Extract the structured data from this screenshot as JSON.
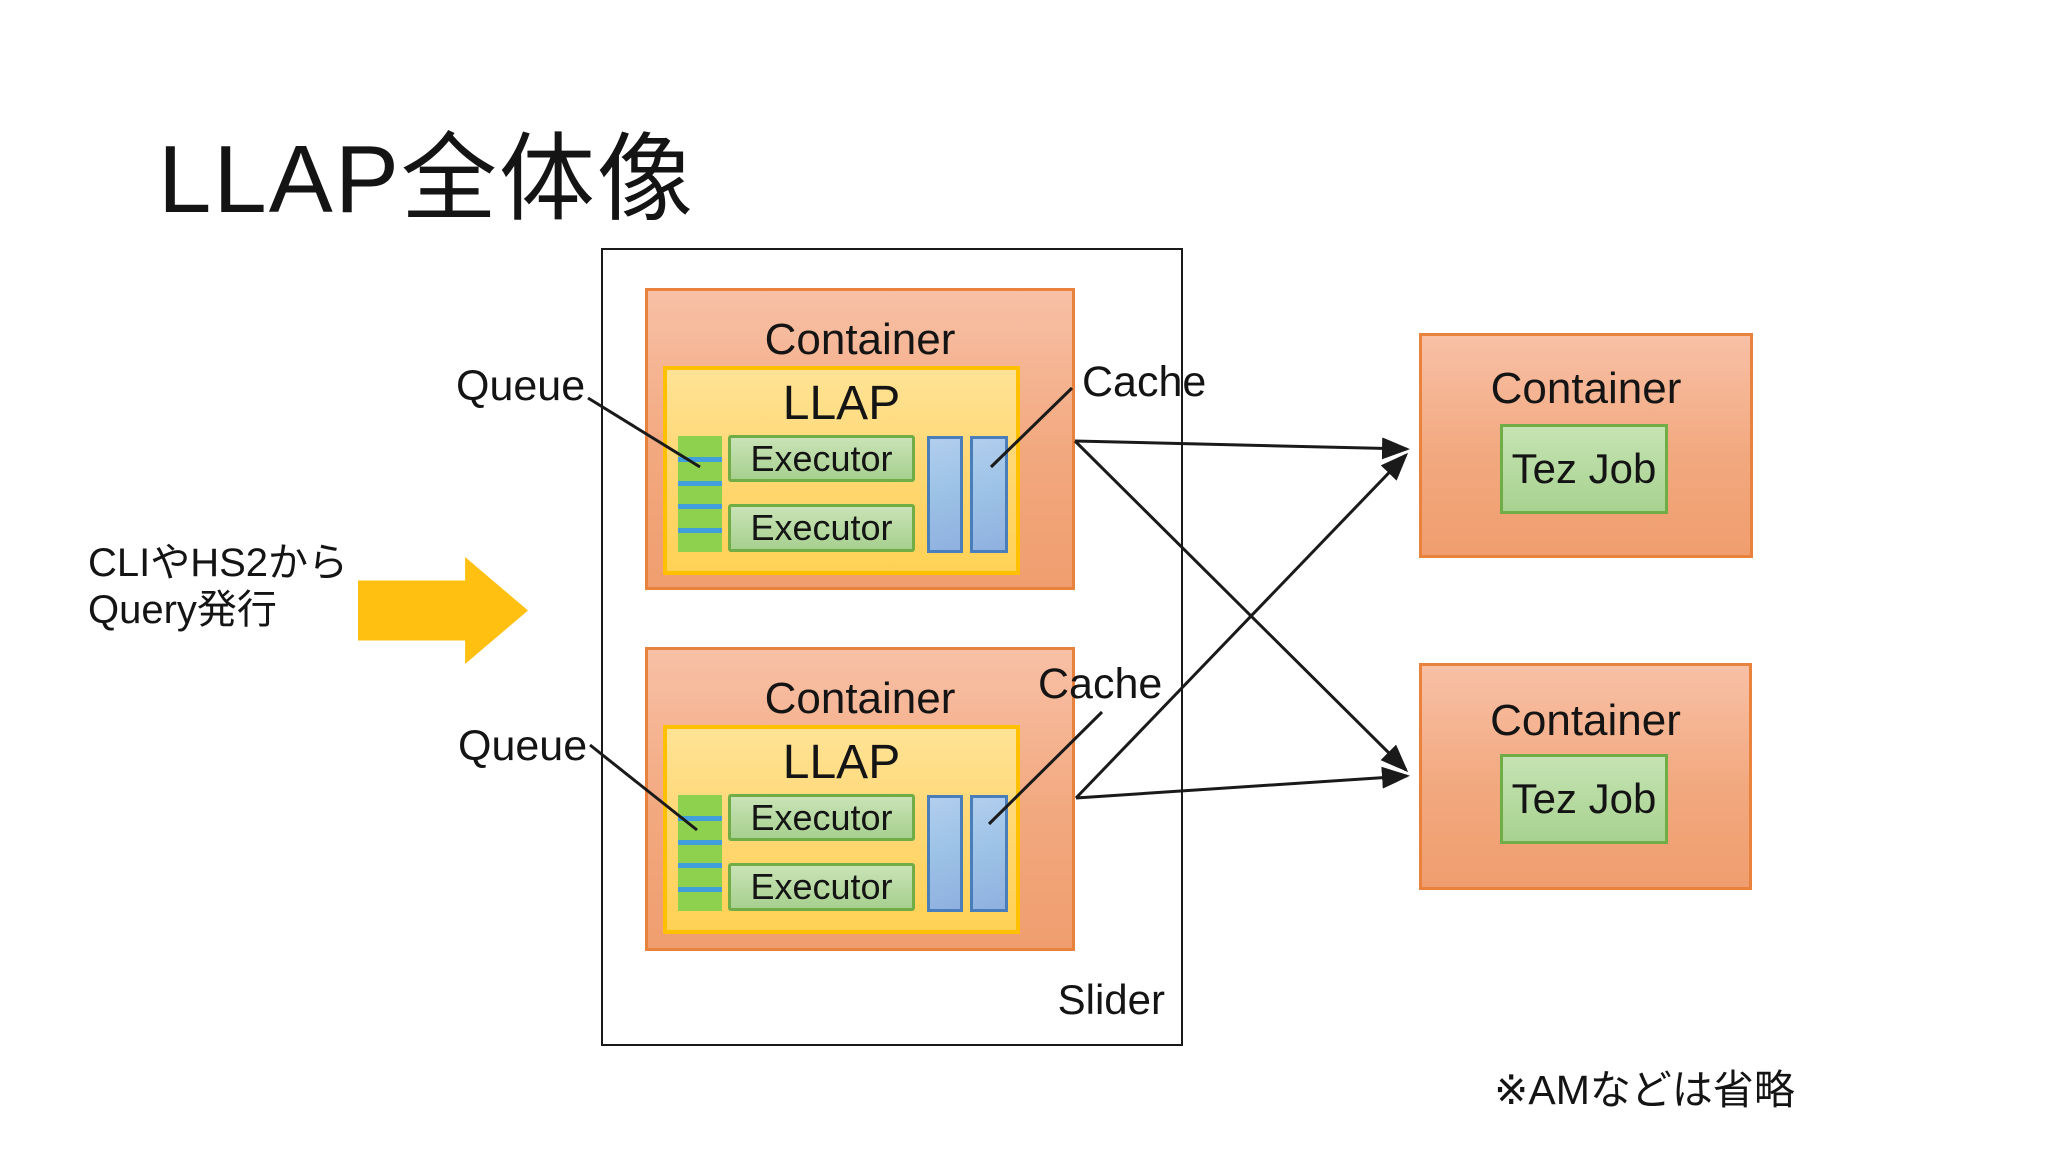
{
  "slide": {
    "title": "LLAP全体像",
    "footnote": "※AMなどは省略"
  },
  "query_source": {
    "line1": "CLIやHS2から",
    "line2": "Query発行",
    "arrow_icon": "right-block-arrow",
    "arrow_color": "#FFC012"
  },
  "slider_group": {
    "label": "Slider",
    "nodes": [
      {
        "container_label": "Container",
        "llap_label": "LLAP",
        "queue_label": "Queue",
        "cache_label": "Cache",
        "executor1": "Executor",
        "executor2": "Executor",
        "queue_segments": 5,
        "cache_bars": 2
      },
      {
        "container_label": "Container",
        "llap_label": "LLAP",
        "queue_label": "Queue",
        "cache_label": "Cache",
        "executor1": "Executor",
        "executor2": "Executor",
        "queue_segments": 5,
        "cache_bars": 2
      }
    ]
  },
  "tez_containers": [
    {
      "container_label": "Container",
      "job_label": "Tez Job"
    },
    {
      "container_label": "Container",
      "job_label": "Tez Job"
    }
  ],
  "colors": {
    "container_border": "#E8823C",
    "container_fill_top": "#F8C0A6",
    "container_fill_bottom": "#F09E6F",
    "llap_border": "#FFC000",
    "llap_fill": "#FFD876",
    "executor_border": "#70AD47",
    "executor_fill": "#A7D08F",
    "queue_fill": "#8ED14F",
    "queue_divider": "#41A0DC",
    "cache_bar_fill": "#9DC3E6",
    "cache_bar_border": "#4A7EBB",
    "query_arrow": "#FFC012",
    "connector": "#1a1a1a"
  }
}
